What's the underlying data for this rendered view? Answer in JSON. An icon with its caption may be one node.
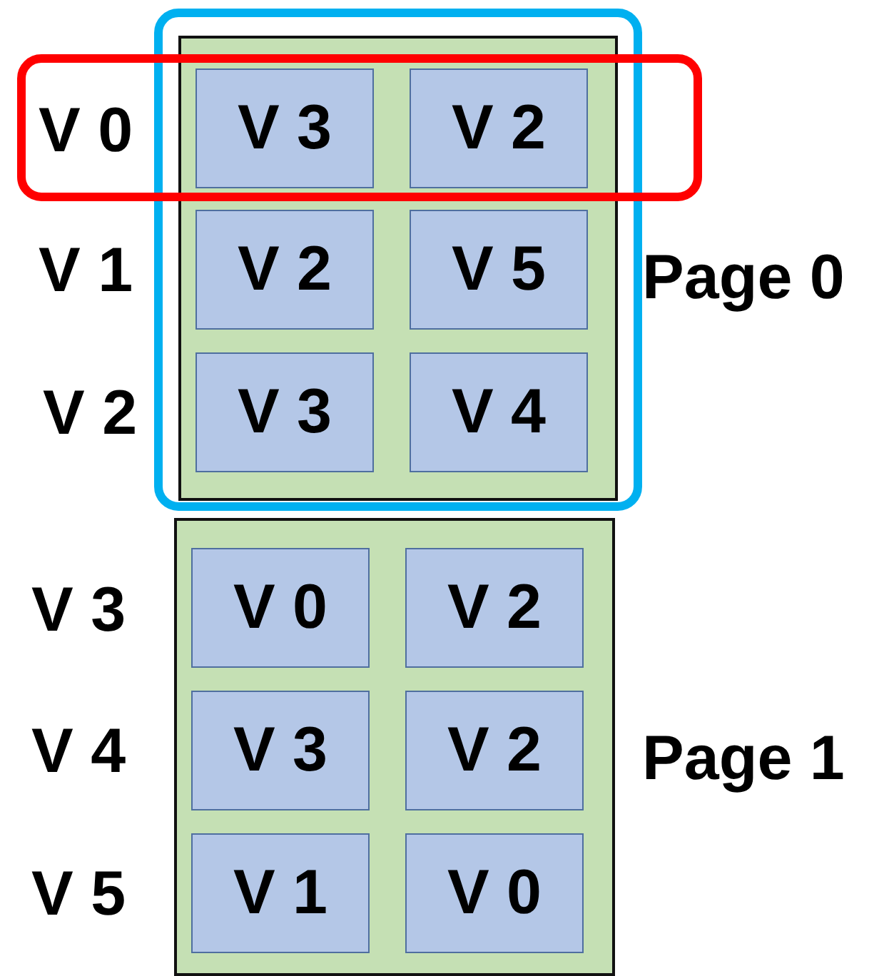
{
  "diagram": {
    "nodes": [
      {
        "text": [],
        "shape": "box",
        "beside": [
          "Page 0"
        ]
      },
      {
        "text": [
          "V 3"
        ],
        "in": 0
      },
      {
        "text": [
          "V 2"
        ],
        "in": 0
      },
      {
        "text": [
          "V 2"
        ],
        "in": 0
      },
      {
        "text": [
          "V 5"
        ],
        "in": 0
      },
      {
        "text": [
          "V 3"
        ],
        "in": 0
      },
      {
        "text": [
          "V 4"
        ],
        "in": 0
      },
      {
        "text": [],
        "shape": "box",
        "beside": [
          "Page 1"
        ]
      },
      {
        "text": [
          "V 0"
        ],
        "in": 7
      },
      {
        "text": [
          "V 2"
        ],
        "in": 7
      },
      {
        "text": [
          "V 3"
        ],
        "in": 7
      },
      {
        "text": [
          "V 2"
        ],
        "in": 7
      },
      {
        "text": [
          "V 1"
        ],
        "in": 7
      },
      {
        "text": [
          "V 0"
        ],
        "in": 7
      }
    ],
    "edges": [],
    "labels": [
      "V 0",
      "V 1",
      "V 2",
      "V 3",
      "V 4",
      "V 5"
    ]
  }
}
